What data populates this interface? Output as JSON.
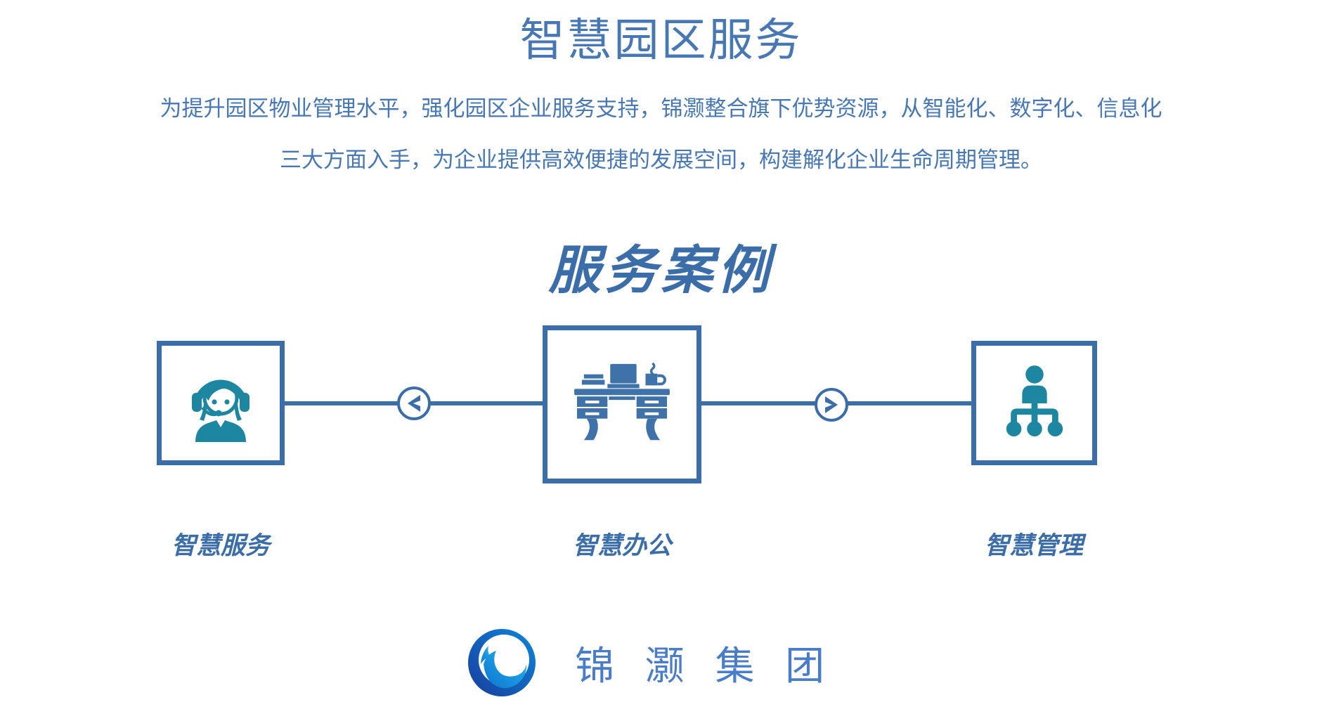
{
  "page": {
    "title": "智慧园区服务",
    "description": [
      "为提升园区物业管理水平，强化园区企业服务支持，锦灏整合旗下优势资源，从智能化、数字化、信息化",
      "三大方面入手，为企业提供高效便捷的发展空间，构建解化企业生命周期管理。"
    ]
  },
  "cases": {
    "heading": "服务案例",
    "items": [
      {
        "label": "智慧服务",
        "icon": "customer-service-icon"
      },
      {
        "label": "智慧办公",
        "icon": "office-desk-icon"
      },
      {
        "label": "智慧管理",
        "icon": "org-chart-icon"
      }
    ],
    "nav": {
      "prev_icon": "chevron-left-icon",
      "next_icon": "chevron-right-icon"
    }
  },
  "footer": {
    "logo_icon": "jinhao-group-logo",
    "company_name": "锦灏集团"
  },
  "colors": {
    "text_blue": "#4878b4",
    "heading_blue": "#3b6da9",
    "icon_teal": "#1d86a0",
    "icon_blue": "#3e72a8",
    "logo_text_blue": "#4a7dc8",
    "logo_dark_blue": "#183e9e",
    "logo_light_blue": "#29b6ef"
  }
}
